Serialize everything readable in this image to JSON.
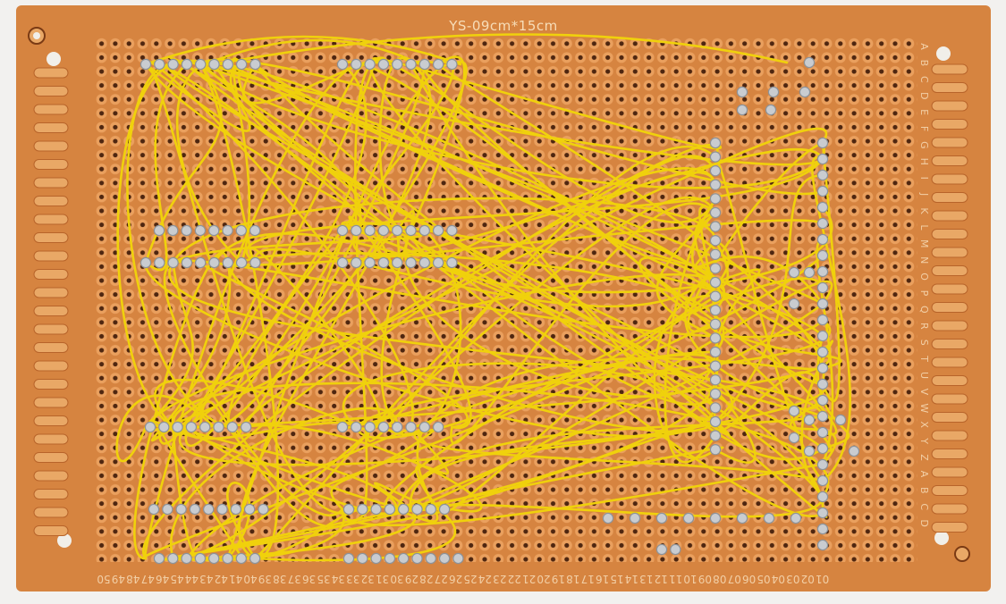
{
  "board": {
    "title": "YS-09cm*15cm",
    "color": "#d9873f",
    "edge_color": "#c97632",
    "pad_color": "#e9a866",
    "hole_color": "#5a2c10",
    "solder_color": "#c8cbcf",
    "wire_color": "#f2d20a"
  },
  "bottom_numbers": [
    "50",
    "49",
    "48",
    "47",
    "46",
    "45",
    "44",
    "43",
    "42",
    "41",
    "40",
    "39",
    "38",
    "37",
    "36",
    "35",
    "34",
    "33",
    "32",
    "31",
    "30",
    "29",
    "28",
    "27",
    "26",
    "25",
    "24",
    "23",
    "22",
    "21",
    "20",
    "19",
    "18",
    "17",
    "16",
    "15",
    "14",
    "13",
    "12",
    "11",
    "10",
    "09",
    "08",
    "07",
    "06",
    "05",
    "04",
    "03",
    "02",
    "01"
  ],
  "right_letters": [
    "A",
    "B",
    "C",
    "D",
    "E",
    "F",
    "G",
    "H",
    "I",
    "J",
    "K",
    "L",
    "M",
    "N",
    "O",
    "P",
    "Q",
    "R",
    "S",
    "T",
    "U",
    "V",
    "W",
    "X",
    "Y",
    "Z",
    "A",
    "B",
    "C",
    "D"
  ]
}
